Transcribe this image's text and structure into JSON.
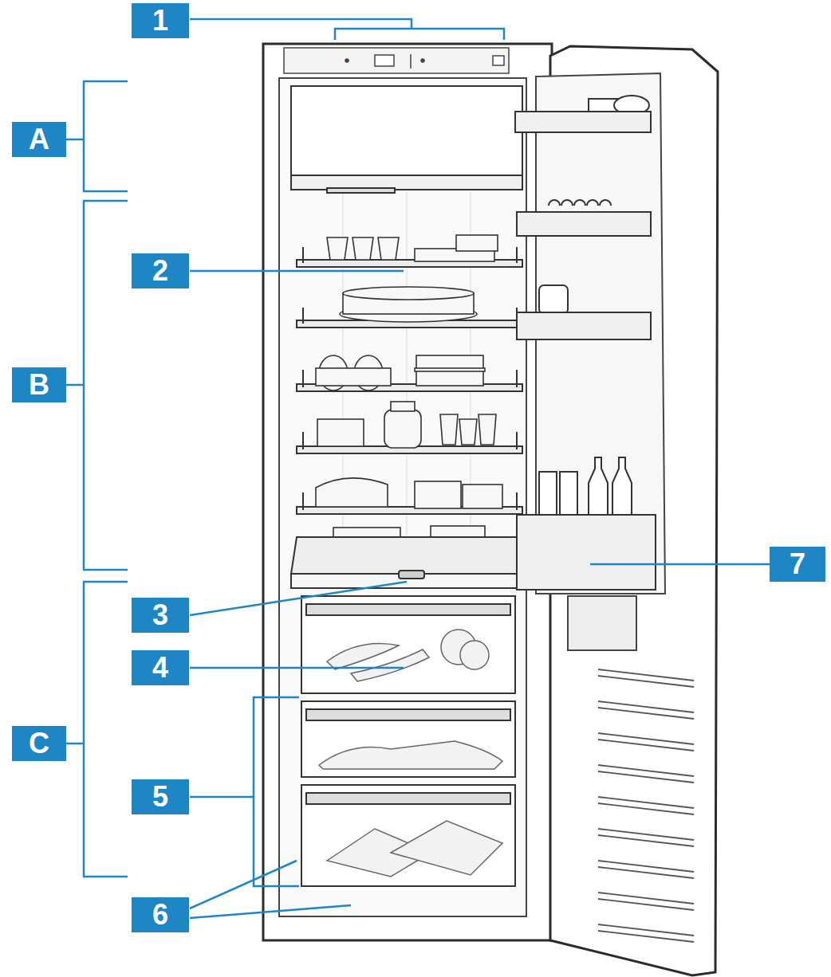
{
  "diagram": {
    "labels": [
      "1",
      "A",
      "2",
      "B",
      "7",
      "3",
      "4",
      "5",
      "C",
      "6"
    ]
  }
}
